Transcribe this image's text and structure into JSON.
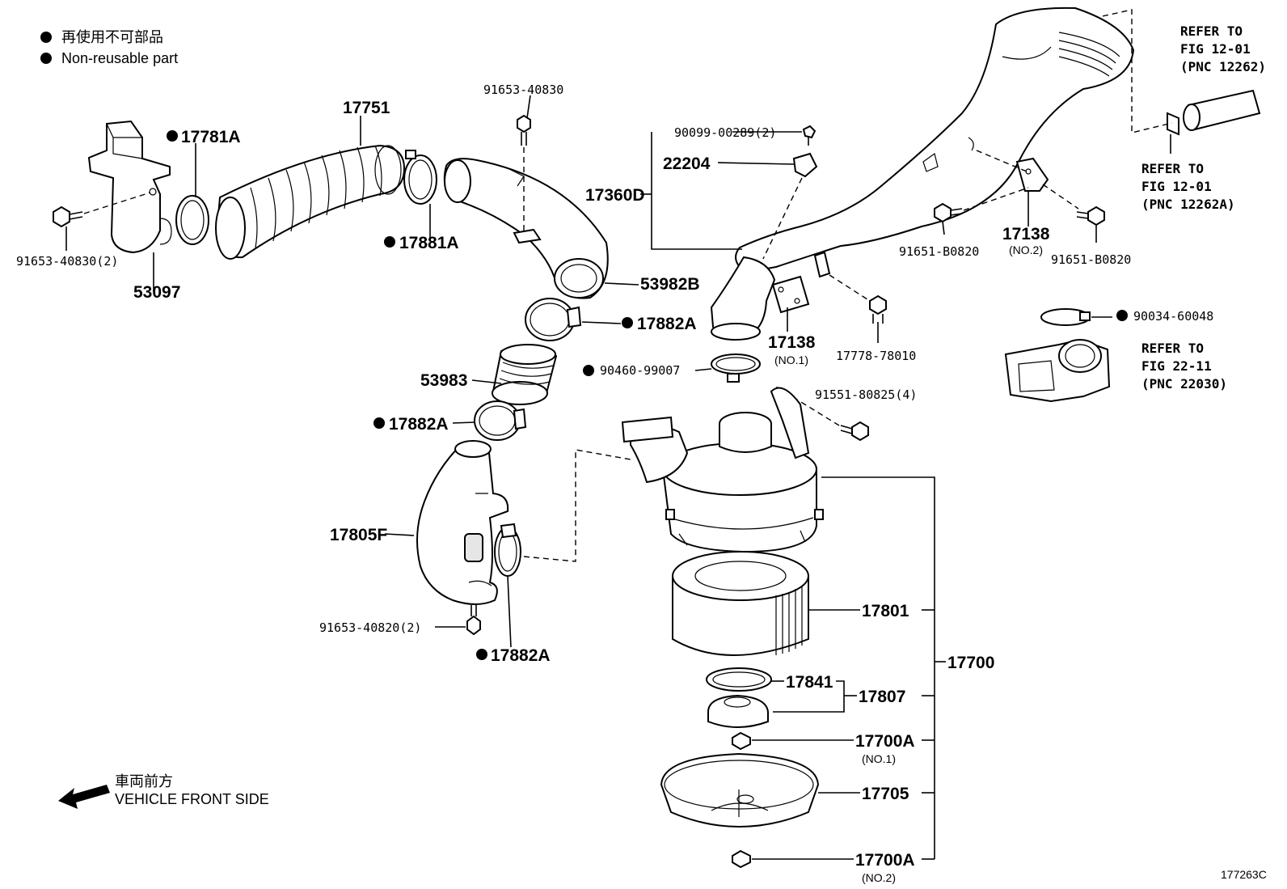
{
  "legend": {
    "jp": "再使用不可部品",
    "en": "Non-reusable part"
  },
  "front": {
    "jp": "車両前方",
    "en": "VEHICLE FRONT SIDE"
  },
  "figure_id": "177263C",
  "labels": {
    "p17751": "17751",
    "p17781a": "17781A",
    "p53097": "53097",
    "p91653_40830_2": "91653-40830(2)",
    "p91653_40830": "91653-40830",
    "p17881a": "17881A",
    "p53982b": "53982B",
    "p17882a_1": "17882A",
    "p53983": "53983",
    "p17882a_2": "17882A",
    "p17805f": "17805F",
    "p91653_40820_2": "91653-40820(2)",
    "p17882a_3": "17882A",
    "p90099": "90099-00289(2)",
    "p22204": "22204",
    "p17360d": "17360D",
    "p17138_no1": "17138",
    "p17138_no1_sub": "(NO.1)",
    "p17778": "17778-78010",
    "p90460": "90460-99007",
    "p91551": "91551-80825(4)",
    "p91651_a": "91651-B0820",
    "p17138_no2": "17138",
    "p17138_no2_sub": "(NO.2)",
    "p91651_b": "91651-B0820",
    "p90034": "90034-60048",
    "p17801": "17801",
    "p17700": "17700",
    "p17841": "17841",
    "p17807": "17807",
    "p17700a_1": "17700A",
    "p17700a_1_sub": "(NO.1)",
    "p17705": "17705",
    "p17700a_2": "17700A",
    "p17700a_2_sub": "(NO.2)"
  },
  "refer": {
    "r1": [
      "REFER TO",
      "FIG 12-01",
      "(PNC 12262)"
    ],
    "r2": [
      "REFER TO",
      "FIG 12-01",
      "(PNC 12262A)"
    ],
    "r3": [
      "REFER TO",
      "FIG 22-11",
      "(PNC 22030)"
    ]
  }
}
